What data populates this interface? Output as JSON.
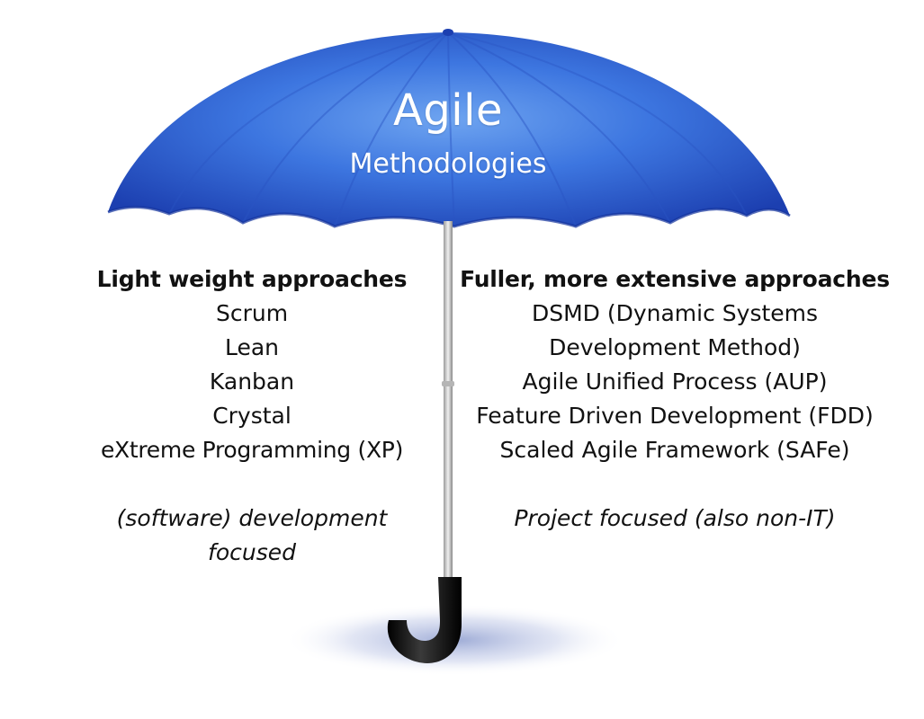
{
  "umbrella": {
    "title": "Agile",
    "subtitle": "Methodologies",
    "colors": {
      "canopy_light": "#7fb2f5",
      "canopy_mid": "#3d76e0",
      "canopy_dark": "#1a41b4",
      "shaft": "#c8c8c8",
      "handle": "#111111",
      "shadow": "#8a9bd0"
    }
  },
  "left_column": {
    "heading": "Light weight approaches",
    "items": [
      "Scrum",
      "Lean",
      "Kanban",
      "Crystal",
      "eXtreme Programming (XP)"
    ],
    "focus": "(software) development focused"
  },
  "right_column": {
    "heading": "Fuller, more extensive approaches",
    "items": [
      "DSMD (Dynamic Systems",
      "Development Method)",
      "Agile Unified Process (AUP)",
      "Feature Driven Development (FDD)",
      "Scaled Agile Framework (SAFe)"
    ],
    "focus": "Project focused (also non-IT)"
  }
}
